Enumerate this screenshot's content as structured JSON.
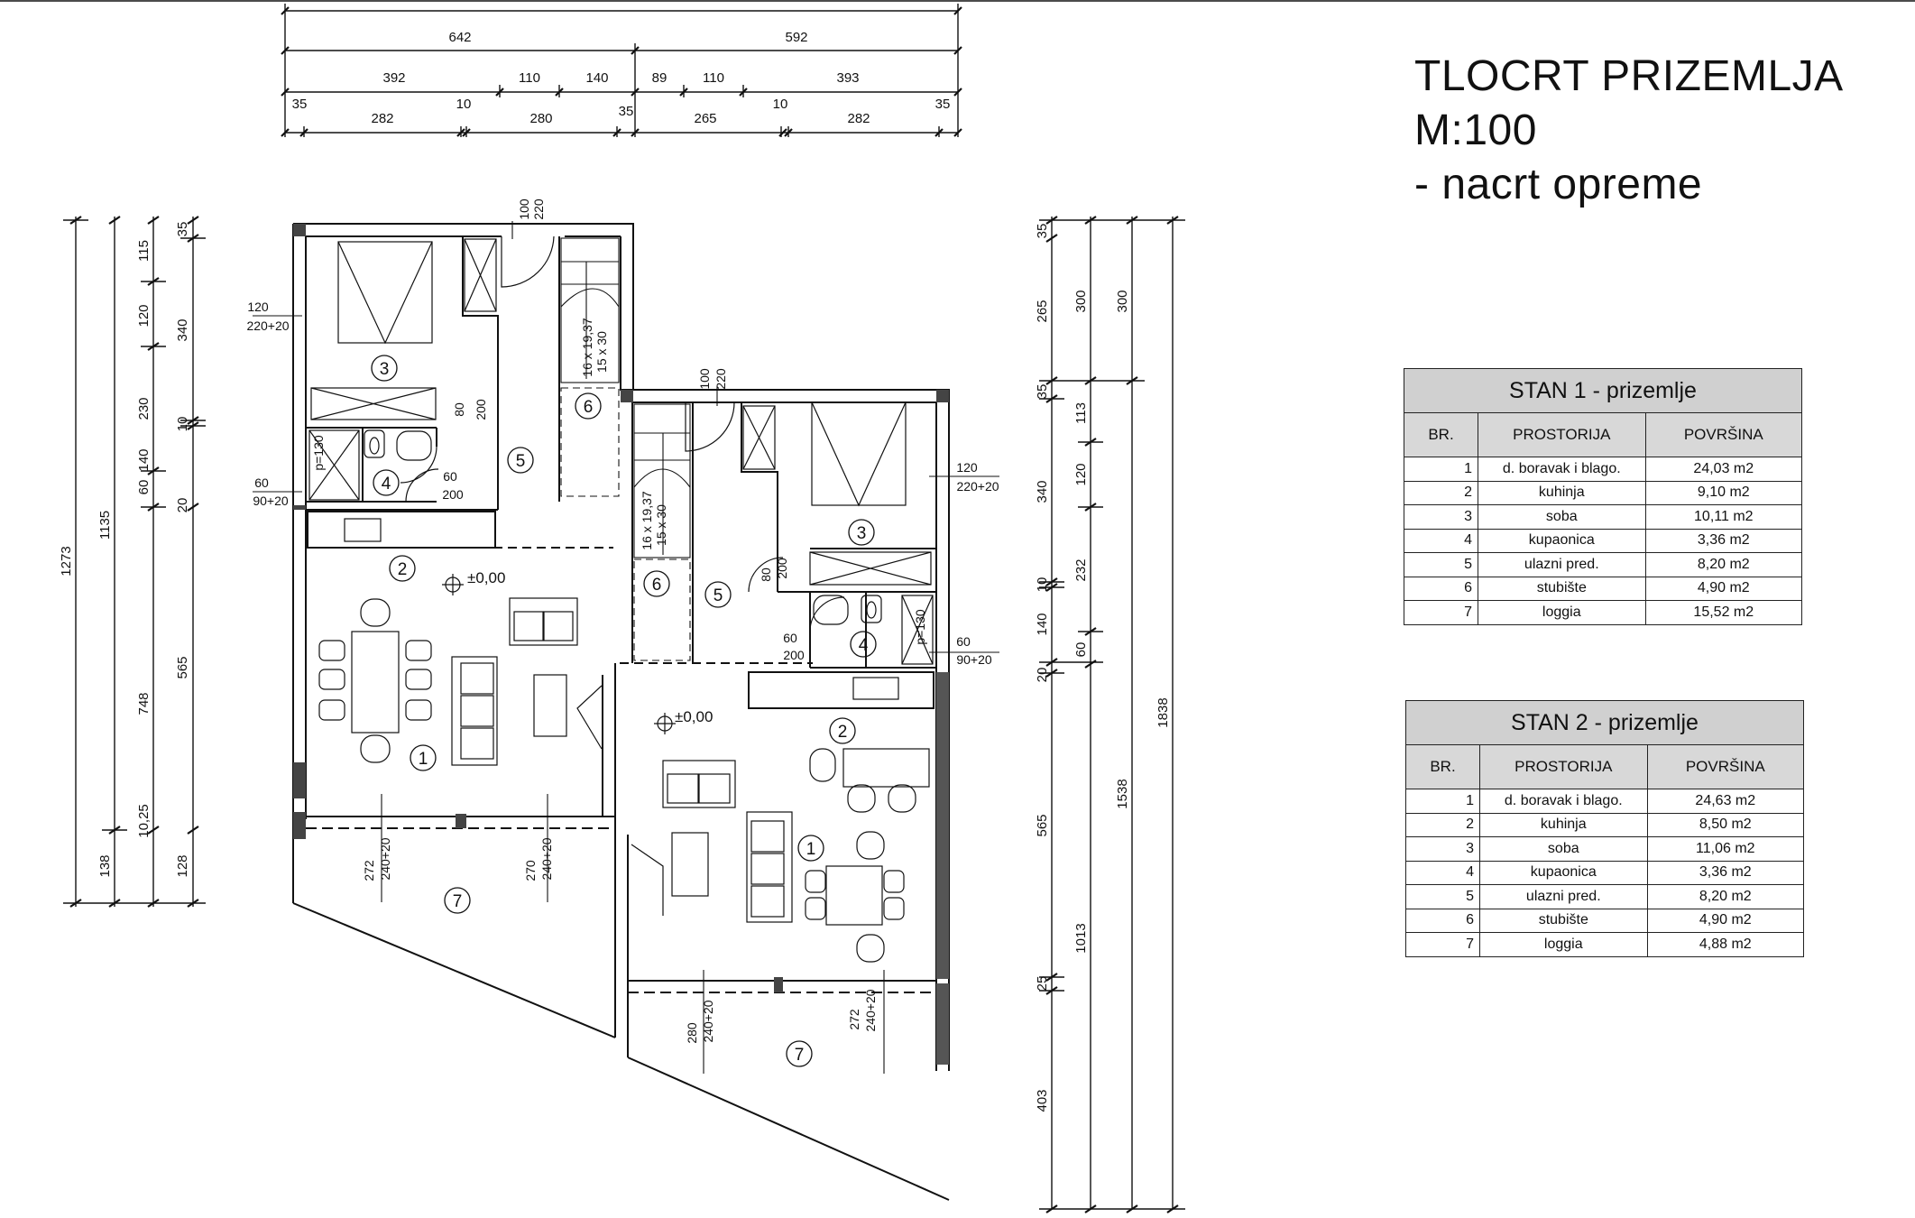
{
  "title": {
    "line1": "TLOCRT PRIZEMLJA",
    "line2": "M:100",
    "line3": "- nacrt opreme"
  },
  "tables": [
    {
      "caption": "STAN 1 - prizemlje",
      "headers": [
        "BR.",
        "PROSTORIJA",
        "POVRŠINA"
      ],
      "rows": [
        {
          "no": "1",
          "room": "d. boravak i blago.",
          "area": "24,03 m2"
        },
        {
          "no": "2",
          "room": "kuhinja",
          "area": "9,10 m2"
        },
        {
          "no": "3",
          "room": "soba",
          "area": "10,11 m2"
        },
        {
          "no": "4",
          "room": "kupaonica",
          "area": "3,36 m2"
        },
        {
          "no": "5",
          "room": "ulazni pred.",
          "area": "8,20 m2"
        },
        {
          "no": "6",
          "room": "stubište",
          "area": "4,90 m2"
        },
        {
          "no": "7",
          "room": "loggia",
          "area": "15,52 m2"
        }
      ]
    },
    {
      "caption": "STAN 2 - prizemlje",
      "headers": [
        "BR.",
        "PROSTORIJA",
        "POVRŠINA"
      ],
      "rows": [
        {
          "no": "1",
          "room": "d. boravak i blago.",
          "area": "24,63 m2"
        },
        {
          "no": "2",
          "room": "kuhinja",
          "area": "8,50 m2"
        },
        {
          "no": "3",
          "room": "soba",
          "area": "11,06 m2"
        },
        {
          "no": "4",
          "room": "kupaonica",
          "area": "3,36 m2"
        },
        {
          "no": "5",
          "room": "ulazni pred.",
          "area": "8,20 m2"
        },
        {
          "no": "6",
          "room": "stubište",
          "area": "4,90 m2"
        },
        {
          "no": "7",
          "room": "loggia",
          "area": "4,88 m2"
        }
      ]
    }
  ],
  "dimensions": {
    "top_row1": [
      "642",
      "592"
    ],
    "top_row2": [
      "392",
      "110",
      "140",
      "89",
      "110",
      "393"
    ],
    "top_row3": [
      "35",
      "282",
      "10",
      "280",
      "35",
      "265",
      "10",
      "282",
      "35"
    ],
    "left_col_a": [
      "1273"
    ],
    "left_col_b": [
      "1135",
      "138"
    ],
    "left_col_c": [
      "115",
      "120",
      "230",
      "140",
      "60",
      "748",
      "10,25"
    ],
    "left_col_d": [
      "35",
      "340",
      "10",
      "20",
      "565",
      "128"
    ],
    "right_col_a": [
      "35",
      "265",
      "35",
      "340",
      "10",
      "140",
      "20",
      "565",
      "25",
      "403"
    ],
    "right_col_b": [
      "300",
      "113",
      "120",
      "232",
      "60",
      "1013"
    ],
    "right_col_c": [
      "300",
      "1538"
    ],
    "right_col_d": [
      "1838"
    ]
  },
  "openings": {
    "left_window": [
      "120",
      "220+20"
    ],
    "left_wc_window": [
      "60",
      "90+20"
    ],
    "left_top_door": [
      "100",
      "220"
    ],
    "left_bed_door": [
      "80",
      "200"
    ],
    "left_bath_door": [
      "60",
      "200"
    ],
    "left_stair": [
      "16 x 19,37",
      "15 x 30"
    ],
    "left_shower": "p=130",
    "right_window": [
      "120",
      "220+20"
    ],
    "right_wc_window": [
      "60",
      "90+20"
    ],
    "right_top_door": [
      "100",
      "220"
    ],
    "right_bed_door": [
      "80",
      "200"
    ],
    "right_bath_door": [
      "60",
      "200"
    ],
    "right_stair": [
      "16 x 19,37",
      "15 x 30"
    ],
    "right_shower": "p=130",
    "loggia_left_a": [
      "272",
      "240+20"
    ],
    "loggia_left_b": [
      "270",
      "240+20"
    ],
    "loggia_right_a": [
      "280",
      "240+20"
    ],
    "loggia_right_b": [
      "272",
      "240+20"
    ]
  },
  "levels": {
    "left": "±0,00",
    "right": "±0,00"
  },
  "room_numbers": {
    "left_bedroom": "3",
    "left_hall": "5",
    "left_stair": "6",
    "left_bath": "4",
    "left_kitchen": "2",
    "left_living": "1",
    "left_loggia": "7",
    "right_stair": "6",
    "right_hall": "5",
    "right_bedroom": "3",
    "right_bath": "4",
    "right_kitchen": "2",
    "right_living": "1",
    "right_loggia": "7"
  }
}
